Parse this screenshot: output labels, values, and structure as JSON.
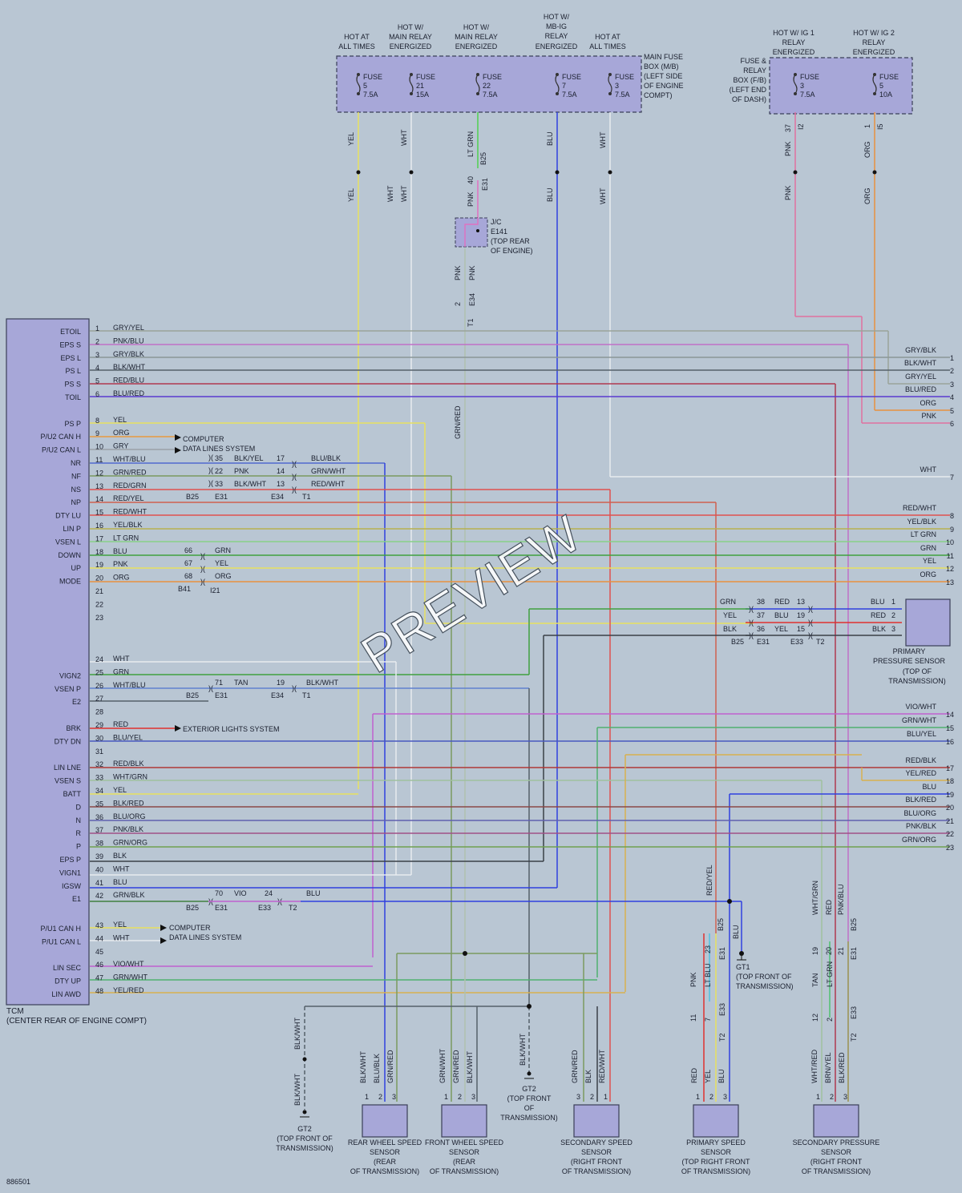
{
  "doc_id": "886501",
  "watermark": "PREVIEW",
  "tcm": {
    "title": "TCM",
    "location": "(CENTER REAR OF ENGINE COMPT)",
    "pins": [
      {
        "n": "1",
        "name": "ETOIL",
        "wire": "GRY/YEL",
        "color": "#9aa49a"
      },
      {
        "n": "2",
        "name": "EPS S",
        "wire": "PNK/BLU",
        "color": "#c070c8"
      },
      {
        "n": "3",
        "name": "EPS L",
        "wire": "GRY/BLK",
        "color": "#8a9698"
      },
      {
        "n": "4",
        "name": "PS L",
        "wire": "BLK/WHT",
        "color": "#55606a"
      },
      {
        "n": "5",
        "name": "PS S",
        "wire": "RED/BLU",
        "color": "#b03850"
      },
      {
        "n": "6",
        "name": "TOIL",
        "wire": "BLU/RED",
        "color": "#5a3ad0"
      },
      {
        "n": "8",
        "name": "PS P",
        "wire": "YEL",
        "color": "#e8e060"
      },
      {
        "n": "9",
        "name": "P/U2 CAN H",
        "wire": "ORG",
        "color": "#e89a40"
      },
      {
        "n": "10",
        "name": "P/U2 CAN L",
        "wire": "GRY",
        "color": "#9aa0a8"
      },
      {
        "n": "11",
        "name": "NR",
        "wire": "WHT/BLU",
        "color": "#5068d0"
      },
      {
        "n": "12",
        "name": "NF",
        "wire": "GRN/RED",
        "color": "#7a9a60"
      },
      {
        "n": "13",
        "name": "NS",
        "wire": "RED/GRN",
        "color": "#b06060"
      },
      {
        "n": "14",
        "name": "NP",
        "wire": "RED/YEL",
        "color": "#d06050"
      },
      {
        "n": "15",
        "name": "DTY LU",
        "wire": "RED/WHT",
        "color": "#e05050"
      },
      {
        "n": "16",
        "name": "LIN P",
        "wire": "YEL/BLK",
        "color": "#b8b050"
      },
      {
        "n": "17",
        "name": "VSEN L",
        "wire": "LT GRN",
        "color": "#88d088"
      },
      {
        "n": "18",
        "name": "DOWN",
        "wire": "BLU",
        "color": "#3040e0"
      },
      {
        "n": "19",
        "name": "UP",
        "wire": "PNK",
        "color": "#e070c0"
      },
      {
        "n": "20",
        "name": "MODE",
        "wire": "ORG",
        "color": "#e89040"
      },
      {
        "n": "21",
        "name": "",
        "wire": "",
        "color": ""
      },
      {
        "n": "22",
        "name": "",
        "wire": "",
        "color": ""
      },
      {
        "n": "23",
        "name": "",
        "wire": "",
        "color": ""
      },
      {
        "n": "24",
        "name": "",
        "wire": "WHT",
        "color": "#e8ecf0"
      },
      {
        "n": "25",
        "name": "VIGN2",
        "wire": "GRN",
        "color": "#40a040"
      },
      {
        "n": "26",
        "name": "VSEN P",
        "wire": "WHT/BLU",
        "color": "#6080d0"
      },
      {
        "n": "27",
        "name": "E2",
        "wire": "",
        "color": "#55606a"
      },
      {
        "n": "28",
        "name": "",
        "wire": "",
        "color": ""
      },
      {
        "n": "29",
        "name": "BRK",
        "wire": "RED",
        "color": "#e03030"
      },
      {
        "n": "30",
        "name": "DTY DN",
        "wire": "BLU/YEL",
        "color": "#4858c0"
      },
      {
        "n": "31",
        "name": "",
        "wire": "",
        "color": ""
      },
      {
        "n": "32",
        "name": "LIN LNE",
        "wire": "RED/BLK",
        "color": "#b03838"
      },
      {
        "n": "33",
        "name": "VSEN S",
        "wire": "WHT/GRN",
        "color": "#a0c0a0"
      },
      {
        "n": "34",
        "name": "BATT",
        "wire": "YEL",
        "color": "#e8e060"
      },
      {
        "n": "35",
        "name": "D",
        "wire": "BLK/RED",
        "color": "#8a4848"
      },
      {
        "n": "36",
        "name": "N",
        "wire": "BLU/ORG",
        "color": "#6060b0"
      },
      {
        "n": "37",
        "name": "R",
        "wire": "PNK/BLK",
        "color": "#a05088"
      },
      {
        "n": "38",
        "name": "P",
        "wire": "GRN/ORG",
        "color": "#70a050"
      },
      {
        "n": "39",
        "name": "EPS P",
        "wire": "BLK",
        "color": "#3a4048"
      },
      {
        "n": "40",
        "name": "VIGN1",
        "wire": "WHT",
        "color": "#e8ecf0"
      },
      {
        "n": "41",
        "name": "IGSW",
        "wire": "BLU",
        "color": "#3040e0"
      },
      {
        "n": "42",
        "name": "E1",
        "wire": "GRN/BLK",
        "color": "#408040"
      },
      {
        "n": "43",
        "name": "P/U1 CAN H",
        "wire": "YEL",
        "color": "#e8e060"
      },
      {
        "n": "44",
        "name": "P/U1 CAN L",
        "wire": "WHT",
        "color": "#e8ecf0"
      },
      {
        "n": "45",
        "name": "",
        "wire": "",
        "color": ""
      },
      {
        "n": "46",
        "name": "LIN SEC",
        "wire": "VIO/WHT",
        "color": "#c060d0"
      },
      {
        "n": "47",
        "name": "DTY UP",
        "wire": "GRN/WHT",
        "color": "#50b070"
      },
      {
        "n": "48",
        "name": "LIN AWD",
        "wire": "YEL/RED",
        "color": "#d8b050"
      }
    ]
  },
  "main_fuse_box": {
    "label": "MAIN FUSE BOX (M/B) (LEFT SIDE OF ENGINE COMPT)",
    "headers": [
      "HOT AT ALL TIMES",
      "HOT W/ MAIN RELAY ENERGIZED",
      "HOT W/ MAIN RELAY ENERGIZED",
      "HOT W/ MB-IG RELAY ENERGIZED",
      "HOT AT ALL TIMES"
    ],
    "fuses": [
      {
        "name": "FUSE",
        "num": "5",
        "amp": "7.5A",
        "wire": "YEL"
      },
      {
        "name": "FUSE",
        "num": "21",
        "amp": "15A",
        "wire": "WHT"
      },
      {
        "name": "FUSE",
        "num": "22",
        "amp": "7.5A",
        "wire": "LT GRN"
      },
      {
        "name": "FUSE",
        "num": "7",
        "amp": "7.5A",
        "wire": "BLU"
      },
      {
        "name": "FUSE",
        "num": "3",
        "amp": "7.5A",
        "wire": "WHT"
      }
    ]
  },
  "fb_box": {
    "label": "FUSE & RELAY BOX (F/B) (LEFT END OF DASH)",
    "headers": [
      "HOT W/ IG 1 RELAY ENERGIZED",
      "HOT W/ IG 2 RELAY ENERGIZED"
    ],
    "fuses": [
      {
        "name": "FUSE",
        "num": "3",
        "amp": "7.5A",
        "wire": "PNK",
        "pin": "37",
        "conn": "I2"
      },
      {
        "name": "FUSE",
        "num": "5",
        "amp": "10A",
        "wire": "ORG",
        "pin": "1",
        "conn": "I5"
      }
    ]
  },
  "jc": {
    "label": "J/C E141 (TOP REAR OF ENGINE)",
    "conn": "B25",
    "conn2": "E31",
    "pin": "40",
    "wire": "PNK",
    "wire_up": "LT GRN",
    "pin_b": "2",
    "conn_b": "E34",
    "conn_c": "T1"
  },
  "right_pins": [
    {
      "n": "1",
      "wire": "GRY/BLK"
    },
    {
      "n": "2",
      "wire": "BLK/WHT"
    },
    {
      "n": "3",
      "wire": "GRY/YEL"
    },
    {
      "n": "4",
      "wire": "BLU/RED"
    },
    {
      "n": "5",
      "wire": "ORG"
    },
    {
      "n": "6",
      "wire": "PNK"
    },
    {
      "n": "7",
      "wire": "WHT"
    },
    {
      "n": "8",
      "wire": "RED/WHT"
    },
    {
      "n": "9",
      "wire": "YEL/BLK"
    },
    {
      "n": "10",
      "wire": "LT GRN"
    },
    {
      "n": "11",
      "wire": "GRN"
    },
    {
      "n": "12",
      "wire": "YEL"
    },
    {
      "n": "13",
      "wire": "ORG"
    },
    {
      "n": "14",
      "wire": "VIO/WHT"
    },
    {
      "n": "15",
      "wire": "GRN/WHT"
    },
    {
      "n": "16",
      "wire": "BLU/YEL"
    },
    {
      "n": "17",
      "wire": "RED/BLK"
    },
    {
      "n": "18",
      "wire": "YEL/RED"
    },
    {
      "n": "19",
      "wire": "BLU"
    },
    {
      "n": "20",
      "wire": "BLK/RED"
    },
    {
      "n": "21",
      "wire": "BLU/ORG"
    },
    {
      "n": "22",
      "wire": "PNK/BLK"
    },
    {
      "n": "23",
      "wire": "GRN/ORG"
    }
  ],
  "connectors": {
    "nr_block": [
      {
        "a": "35",
        "aw": "BLK/YEL",
        "b": "17",
        "bw": "BLU/BLK"
      },
      {
        "a": "22",
        "aw": "PNK",
        "b": "14",
        "bw": "GRN/WHT"
      },
      {
        "a": "33",
        "aw": "BLK/WHT",
        "b": "13",
        "bw": "RED/WHT"
      }
    ],
    "nr_conns": [
      "B25",
      "E31",
      "E34",
      "T1"
    ],
    "down_block": [
      {
        "a": "66",
        "aw": "GRN"
      },
      {
        "a": "67",
        "aw": "YEL"
      },
      {
        "a": "68",
        "aw": "ORG"
      }
    ],
    "down_conns": [
      "B41",
      "I21"
    ],
    "vsen_block": {
      "a": "71",
      "aw": "TAN",
      "b": "19",
      "bw": "BLK/WHT",
      "conns": [
        "B25",
        "E31",
        "E34",
        "T1"
      ]
    },
    "e1_block": {
      "a": "70",
      "aw": "VIO",
      "b": "24",
      "bw": "BLU",
      "conns": [
        "B25",
        "E31",
        "E33",
        "T2"
      ]
    },
    "pps_block": [
      {
        "w1": "GRN",
        "a": "38",
        "w2": "RED",
        "b": "13",
        "w3": "BLU",
        "p": "1"
      },
      {
        "w1": "YEL",
        "a": "37",
        "w2": "BLU",
        "b": "19",
        "w3": "RED",
        "p": "2"
      },
      {
        "w1": "BLK",
        "a": "36",
        "w2": "YEL",
        "b": "15",
        "w3": "BLK",
        "p": "3"
      }
    ],
    "pps_conns": [
      "B25",
      "E31",
      "E33",
      "T2"
    ]
  },
  "computer_data_1": "COMPUTER DATA LINES SYSTEM",
  "computer_data_2": "COMPUTER DATA LINES SYSTEM",
  "exterior_lights": "EXTERIOR LIGHTS SYSTEM",
  "grounds": [
    {
      "id": "GT2",
      "label": "(TOP FRONT OF TRANSMISSION)",
      "wire": "BLK/WHT"
    },
    {
      "id": "GT2",
      "label": "(TOP FRONT OF TRANSMISSION)",
      "wire": "BLK/WHT"
    },
    {
      "id": "GT1",
      "label": "(TOP FRONT OF TRANSMISSION)",
      "wire": "BLU"
    }
  ],
  "gt1_wire": "RED/YEL",
  "sensors": [
    {
      "name": "REAR WHEEL SPEED SENSOR",
      "loc": "(REAR OF TRANSMISSION)",
      "wires": [
        "BLK/WHT",
        "BLU/BLK",
        "GRN/RED"
      ],
      "pins": [
        "1",
        "2",
        "3"
      ]
    },
    {
      "name": "FRONT WHEEL SPEED SENSOR",
      "loc": "(REAR OF TRANSMISSION)",
      "wires": [
        "GRN/WHT",
        "GRN/RED",
        "BLK/WHT"
      ],
      "pins": [
        "1",
        "2",
        "3"
      ]
    },
    {
      "name": "SECONDARY SPEED SENSOR",
      "loc": "(RIGHT FRONT OF TRANSMISSION)",
      "wires": [
        "GRN/RED",
        "BLK",
        "RED/WHT"
      ],
      "pins": [
        "3",
        "2",
        "1"
      ]
    },
    {
      "name": "PRIMARY SPEED SENSOR",
      "loc": "(TOP RIGHT FRONT OF TRANSMISSION)",
      "wires": [
        "RED",
        "YEL",
        "BLU"
      ],
      "pins": [
        "1",
        "2",
        "3"
      ]
    },
    {
      "name": "SECONDARY PRESSURE SENSOR",
      "loc": "(RIGHT FRONT OF TRANSMISSION)",
      "wires": [
        "WHT/RED",
        "BRN/YEL",
        "BLK/RED"
      ],
      "pins": [
        "1",
        "2",
        "3"
      ]
    }
  ],
  "primary_pressure_sensor": {
    "name": "PRIMARY PRESSURE SENSOR",
    "loc": "(TOP OF TRANSMISSION)"
  },
  "bottom_conn": {
    "pss": {
      "top_wires": [
        "PNK",
        "LT BLU",
        "RED/YEL"
      ],
      "pins": [
        "11",
        "7",
        "23"
      ],
      "conns": [
        "B25",
        "E31",
        "E33",
        "T2"
      ]
    },
    "spres": {
      "top_wires": [
        "TAN",
        "LT GRN",
        "WHT/GRN",
        "RED",
        "PNK/BLU"
      ],
      "pins": [
        "12",
        "2",
        "19",
        "20",
        "21"
      ],
      "conns": [
        "B25",
        "E31",
        "E33",
        "T2"
      ]
    }
  },
  "colors": {
    "background": "#b9c6d3",
    "box_fill": "#a7a7d8",
    "box_stroke": "#3a3f58",
    "text": "#1a1f2e"
  }
}
